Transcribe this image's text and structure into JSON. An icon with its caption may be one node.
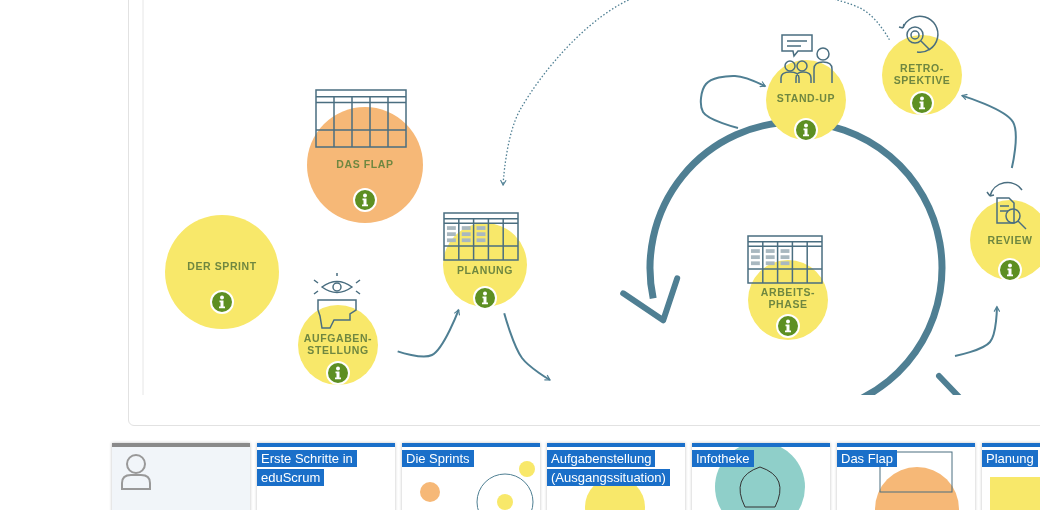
{
  "diagram": {
    "nodes": [
      {
        "text": [
          "DER SPRINT"
        ]
      },
      {
        "text": [
          "DAS FLAP"
        ]
      },
      {
        "text": [
          "AUFGABEN- STELLUNG"
        ]
      },
      {
        "text": [
          "PLANUNG"
        ]
      },
      {
        "text": [
          "STAND-UP"
        ]
      },
      {
        "text": [
          "ARBEITS- PHASE"
        ]
      },
      {
        "text": [
          "RETRO- SPEKTIVE"
        ]
      },
      {
        "text": [
          "REVIEW"
        ]
      }
    ],
    "edges": [
      {
        "from": 2,
        "to": 3,
        "arrow": "to"
      },
      {
        "from": 3,
        "to": null,
        "arrow": "to"
      },
      {
        "from": null,
        "to": 4,
        "arrow": "to"
      },
      {
        "from": null,
        "to": 7,
        "arrow": "to"
      },
      {
        "from": 7,
        "to": 6,
        "arrow": "to"
      },
      {
        "from": 6,
        "to": 3,
        "arrow": "to",
        "style": "dashed"
      }
    ],
    "labels": [
      "Erste Schritte in eduScrum",
      "Die Sprints",
      "Aufgabenstellung (Ausgangssituation)",
      "Infotheke",
      "Das Flap",
      "Planung"
    ]
  }
}
